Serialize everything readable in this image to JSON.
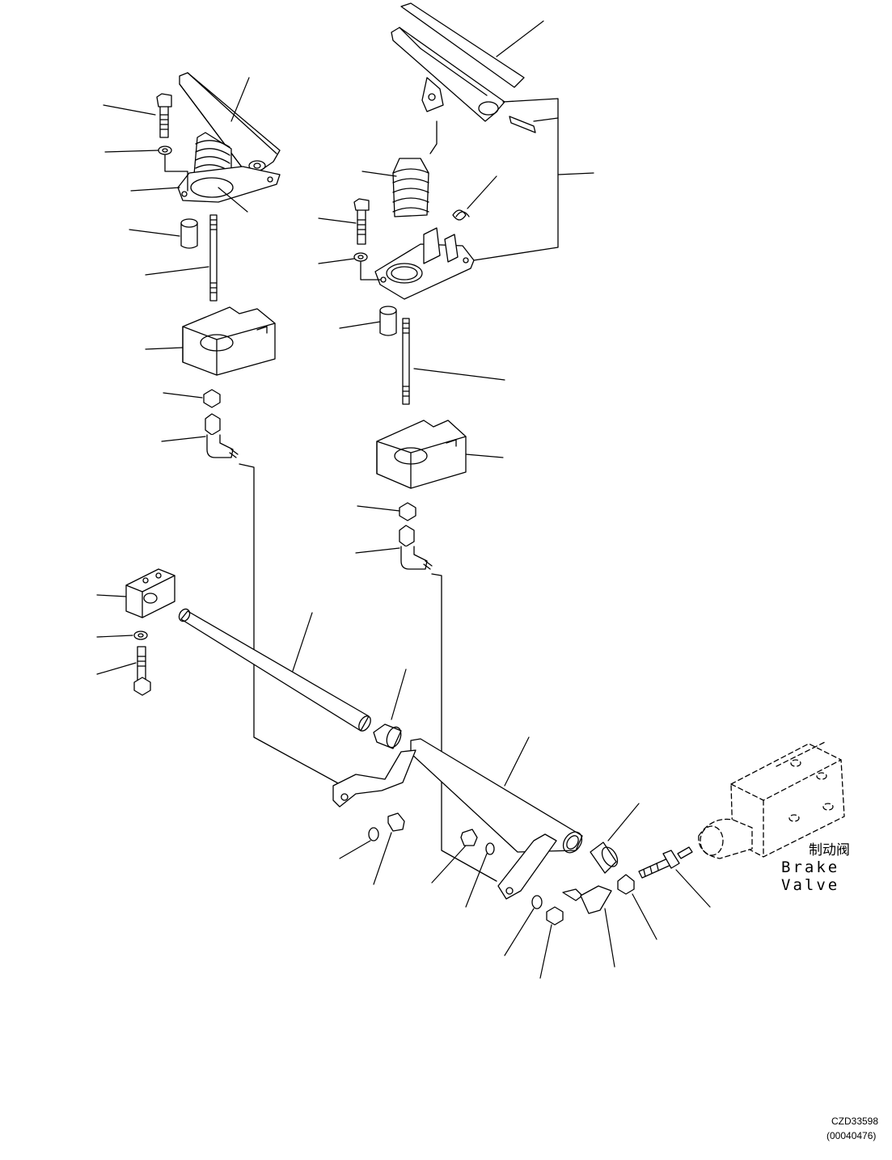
{
  "labels": {
    "brake_valve_cn": "制动阀",
    "brake_valve_en": "Brake Valve"
  },
  "codes": {
    "drawing_no": "CZD33598",
    "ref_no": "(00040476)"
  }
}
